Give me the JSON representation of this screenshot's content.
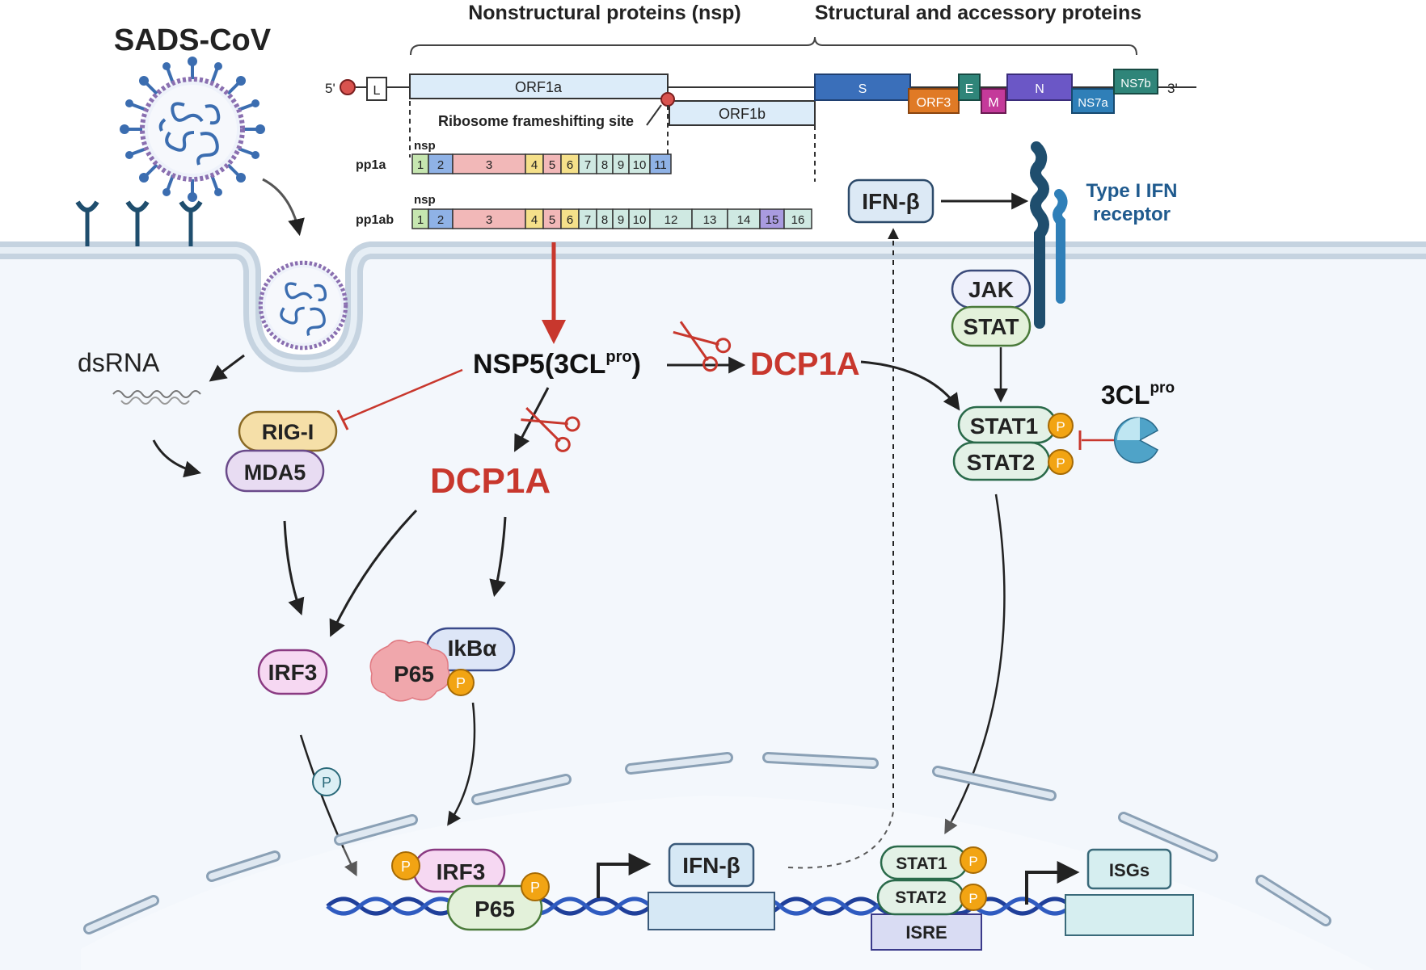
{
  "virus": {
    "name": "SADS-CoV"
  },
  "genome": {
    "header_nsp": "Nonstructural proteins (nsp)",
    "header_structural": "Structural and accessory proteins",
    "five_prime": "5'",
    "three_prime": "3'",
    "leader": "L",
    "orf1a": "ORF1a",
    "orf1b": "ORF1b",
    "frameshift_label": "Ribosome frameshifting site",
    "genes": {
      "s": "S",
      "orf3": "ORF3",
      "e": "E",
      "m": "M",
      "n": "N",
      "ns7a": "NS7a",
      "ns7b": "NS7b"
    },
    "nsp_label": "nsp",
    "pp1a_label": "pp1a",
    "pp1ab_label": "pp1ab",
    "pp1a_segments": [
      "1",
      "2",
      "3",
      "4",
      "5",
      "6",
      "7",
      "8",
      "9",
      "10",
      "11"
    ],
    "pp1ab_segments": [
      "1",
      "2",
      "3",
      "4",
      "5",
      "6",
      "7",
      "8",
      "9",
      "10",
      "12",
      "13",
      "14",
      "15",
      "16"
    ]
  },
  "cell": {
    "dsrna": "dsRNA",
    "rig_i": "RIG-I",
    "mda5": "MDA5",
    "nsp5": "NSP5(3CL",
    "nsp5_sup": "pro",
    "nsp5_close": ")",
    "dcp1a_right": "DCP1A",
    "dcp1a_center": "DCP1A",
    "irf3": "IRF3",
    "ikba": "IkBα",
    "p65": "P65",
    "phospho": "P",
    "ifnb_top": "IFN-β",
    "receptor_line1": "Type I IFN",
    "receptor_line2": "receptor",
    "jak": "JAK",
    "stat": "STAT",
    "stat1": "STAT1",
    "stat2": "STAT2",
    "threecl": "3CL",
    "threecl_sup": "pro"
  },
  "nucleus": {
    "irf3": "IRF3",
    "p65": "P65",
    "ifnb": "IFN-β",
    "stat1": "STAT1",
    "stat2": "STAT2",
    "isre": "ISRE",
    "isgs": "ISGs"
  },
  "colors": {
    "cytoplasm": "#f3f7fc",
    "membrane": "#c9d6e2",
    "red": "#c8372d",
    "virus_blue": "#3b6db0",
    "phospho_orange": "#f2a413",
    "dna_blue": "#1f3f9a"
  }
}
